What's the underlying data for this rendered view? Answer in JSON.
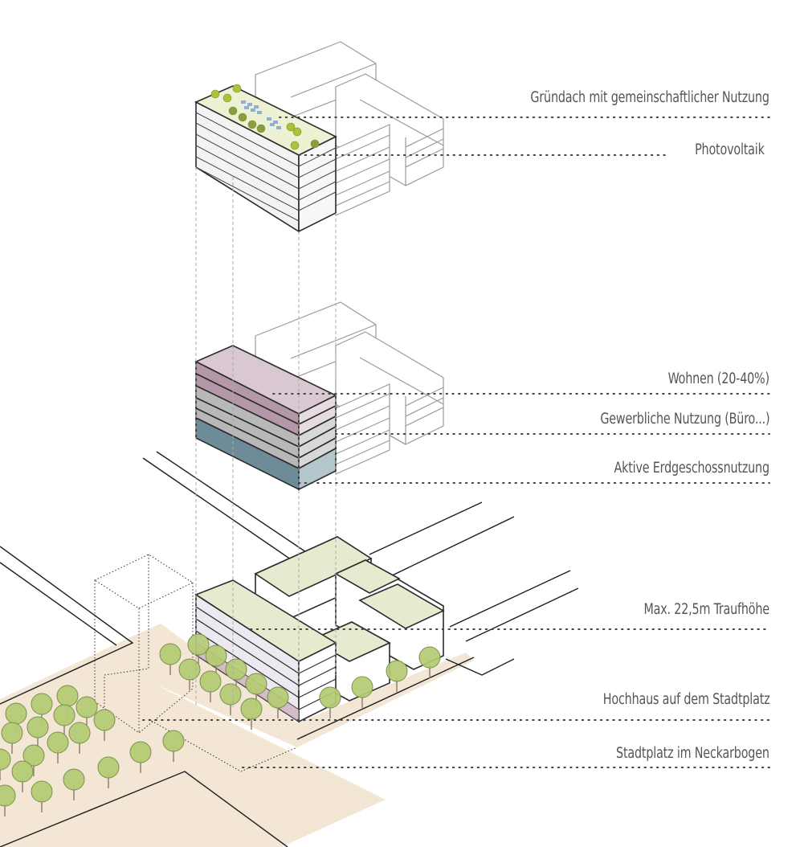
{
  "diagram": {
    "type": "axonometric-explosion",
    "colors": {
      "roof_green": "#e6ebcf",
      "plaza_beige": "#f3e6d5",
      "tree_green": "#b3cb72",
      "wohnen_mauve": "#c8a9b8",
      "gewerbe_grey": "#c9c9c9",
      "erdgeschoss_blue": "#6e8b98",
      "label_text": "#555555"
    },
    "labels": [
      {
        "id": "gruendach",
        "text": "Gründach mit gemeinschaftlicher Nutzung"
      },
      {
        "id": "photovoltaik",
        "text": "Photovoltaik"
      },
      {
        "id": "wohnen",
        "text": "Wohnen (20-40%)"
      },
      {
        "id": "gewerbe",
        "text": "Gewerbliche Nutzung (Büro...)"
      },
      {
        "id": "erdgeschoss",
        "text": "Aktive Erdgeschossnutzung"
      },
      {
        "id": "traufhoehe",
        "text": "Max. 22,5m Traufhöhe"
      },
      {
        "id": "hochhaus",
        "text": "Hochhaus auf dem Stadtplatz"
      },
      {
        "id": "stadtplatz",
        "text": "Stadtplatz im Neckarbogen"
      }
    ]
  }
}
